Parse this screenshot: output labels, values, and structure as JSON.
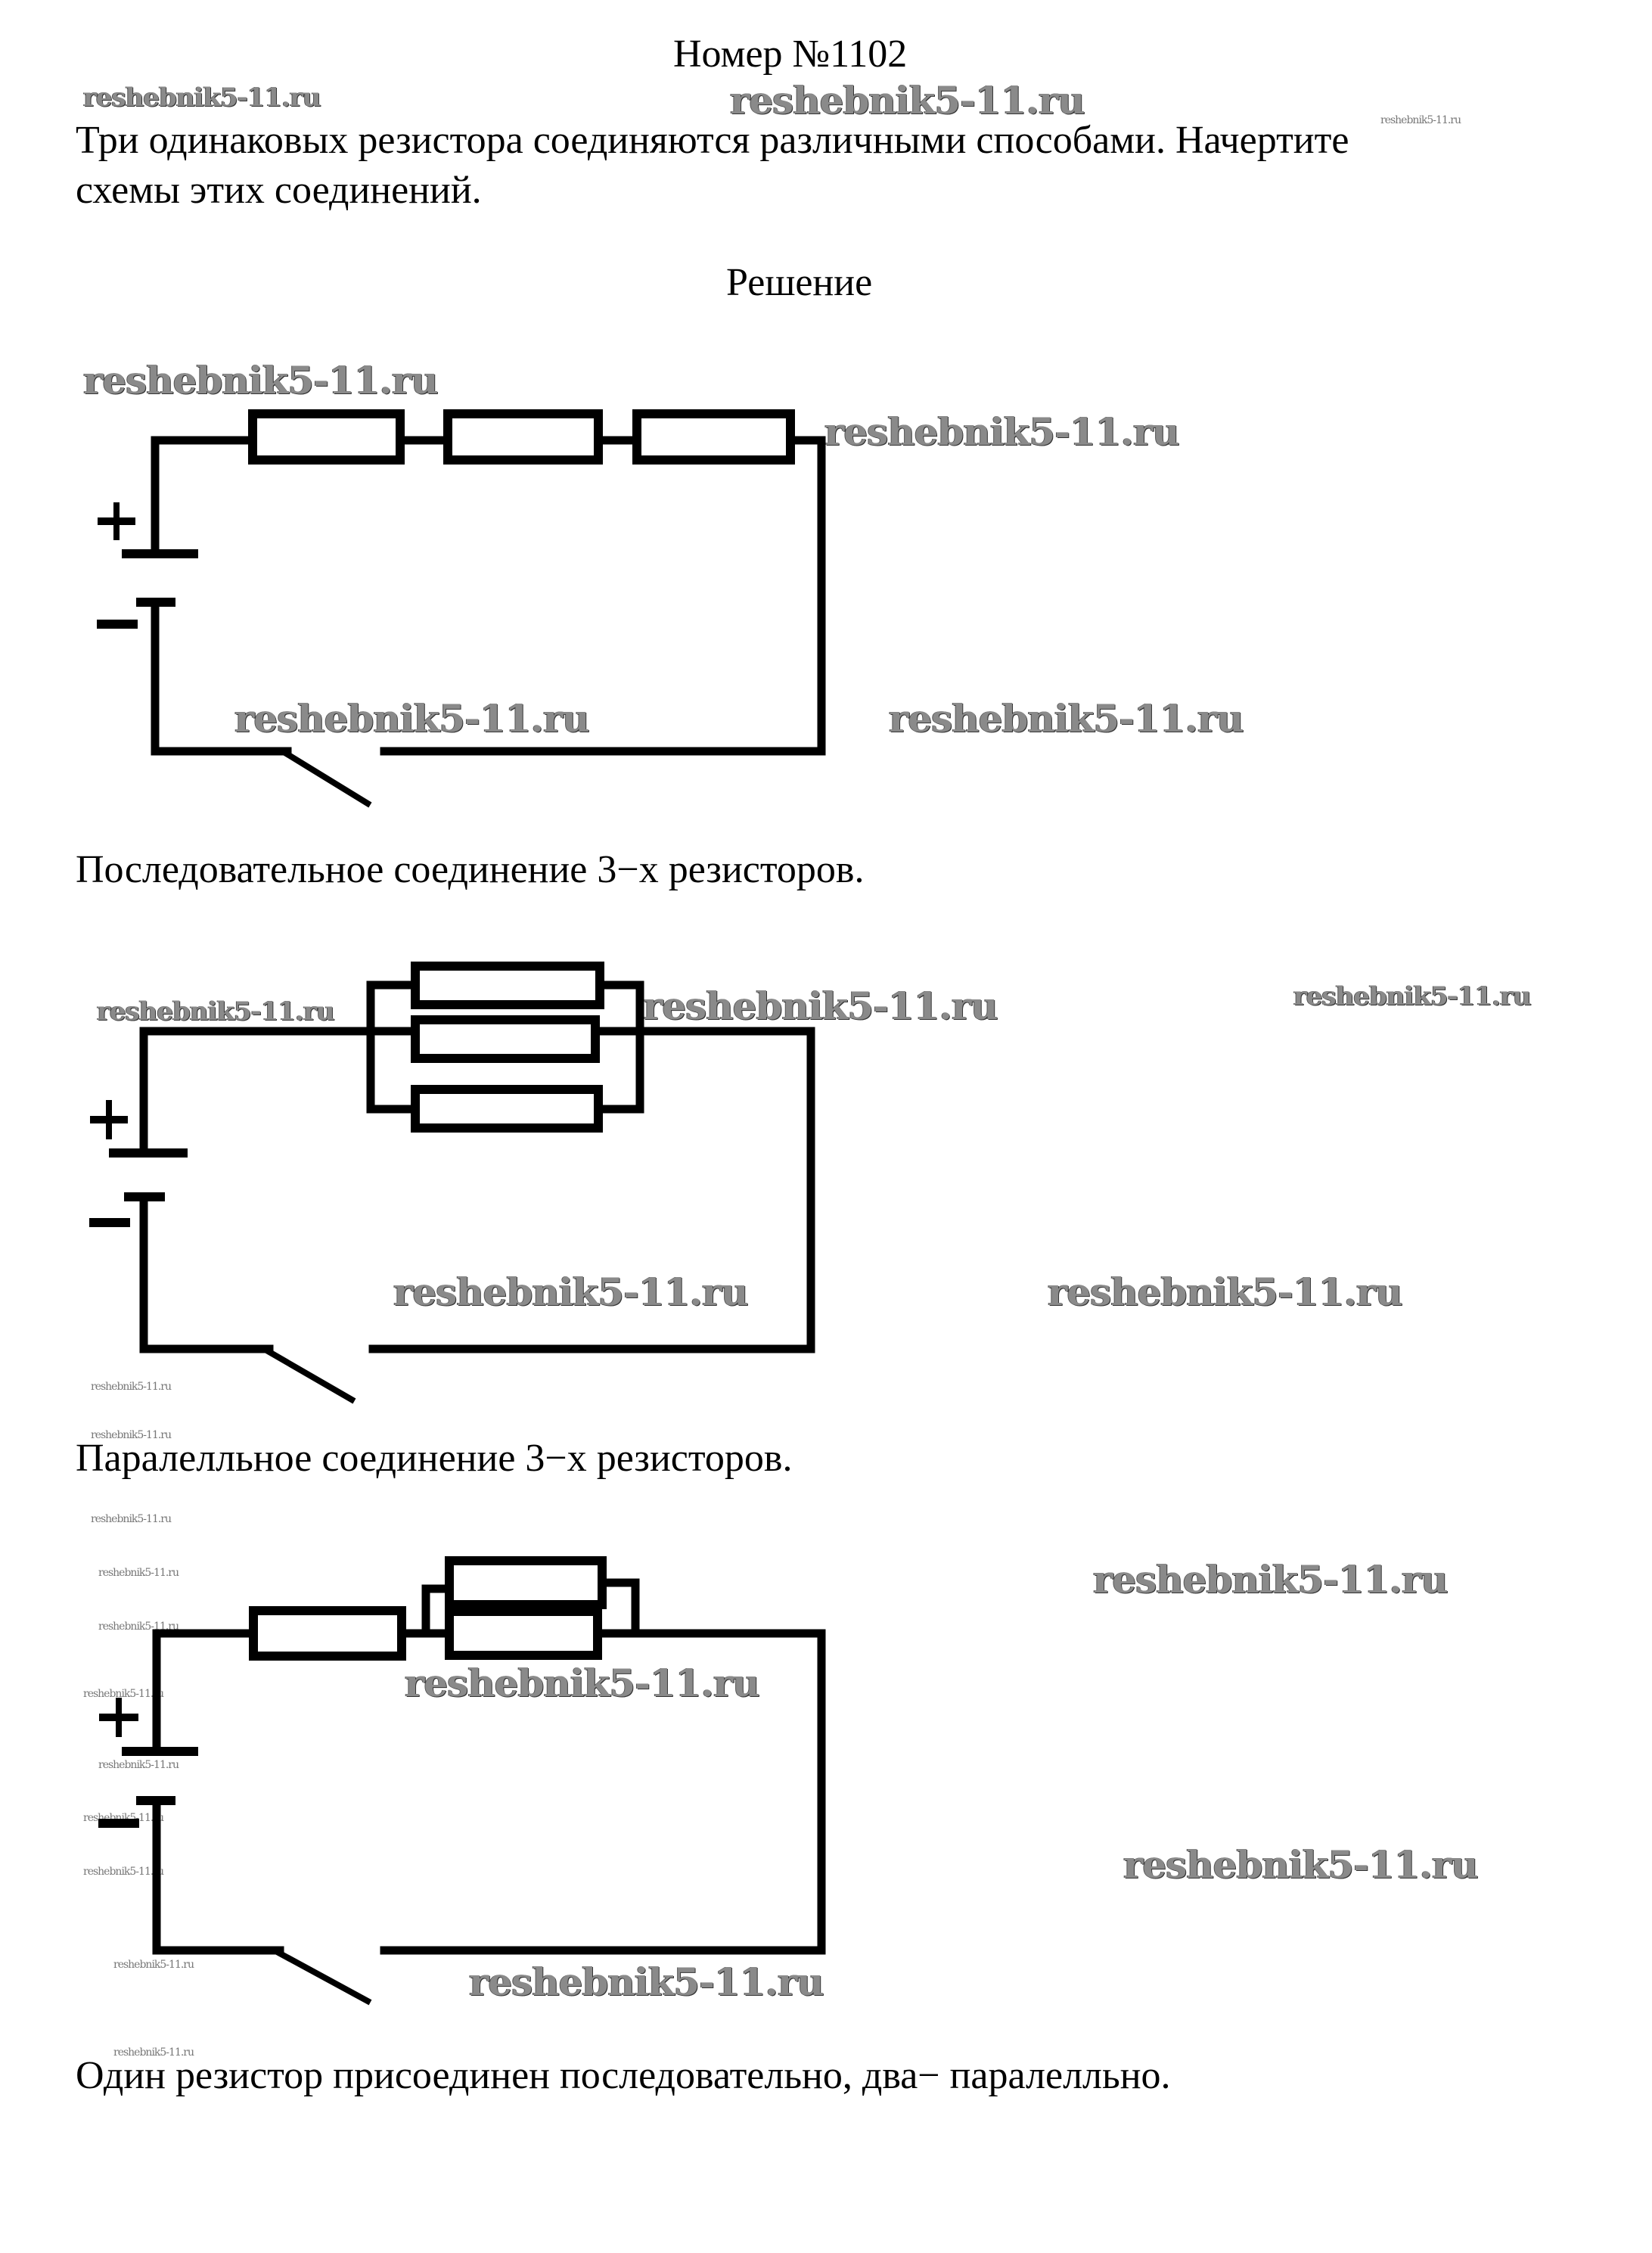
{
  "document": {
    "title": "Номер №1102",
    "problem_line1": "Три одинаковых резистора соединяются различными способами. Начертите",
    "problem_line2": "схемы этих соединений.",
    "solution_heading": "Решение",
    "captions": [
      "Последовательное соединение 3−х резисторов.",
      "Паралелльное соединение 3−х резисторов.",
      "Один резистор присоединен последовательно, два− паралелльно."
    ]
  },
  "circuits": [
    {
      "name": "series",
      "resistor_count": 3,
      "plus_label": "+",
      "minus_label": "−"
    },
    {
      "name": "parallel",
      "resistor_count": 3,
      "plus_label": "+",
      "minus_label": "−"
    },
    {
      "name": "mixed",
      "resistor_count": 3,
      "plus_label": "+",
      "minus_label": "−"
    }
  ],
  "watermark": "reshebnik5-11.ru"
}
